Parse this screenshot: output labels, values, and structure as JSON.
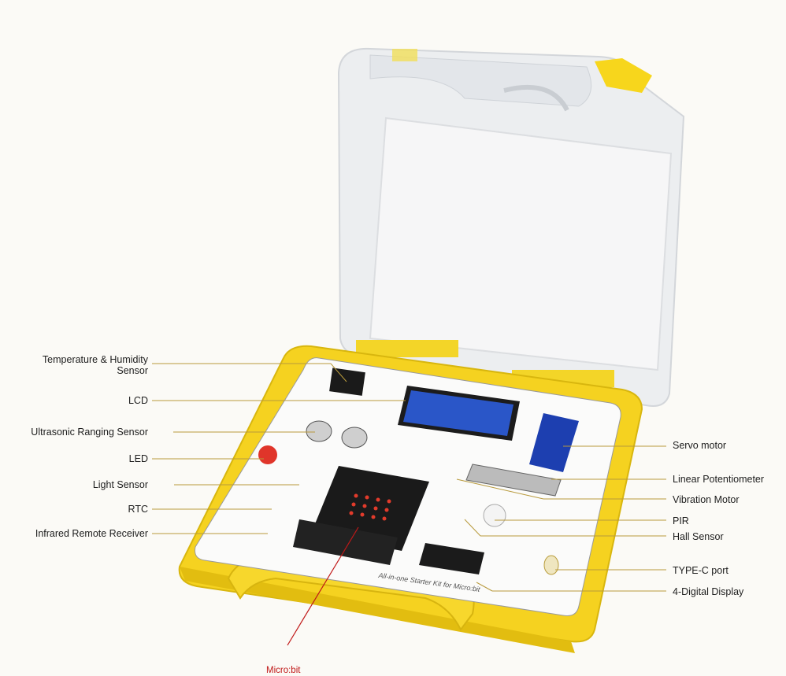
{
  "labels_left": [
    {
      "id": "temp-humidity",
      "line1": "Temperature & Humidity",
      "line2": "Sensor"
    },
    {
      "id": "lcd",
      "text": "LCD"
    },
    {
      "id": "ultrasonic",
      "text": "Ultrasonic Ranging Sensor"
    },
    {
      "id": "led",
      "text": "LED"
    },
    {
      "id": "light",
      "text": "Light Sensor"
    },
    {
      "id": "rtc",
      "text": "RTC"
    },
    {
      "id": "infrared",
      "text": "Infrared Remote Receiver"
    }
  ],
  "labels_right": [
    {
      "id": "servo",
      "text": "Servo motor"
    },
    {
      "id": "potentiometer",
      "text": "Linear Potentiometer"
    },
    {
      "id": "vibration",
      "text": "Vibration Motor"
    },
    {
      "id": "pir",
      "text": "PIR"
    },
    {
      "id": "hall",
      "text": "Hall Sensor"
    },
    {
      "id": "typec",
      "text": "TYPE-C port"
    },
    {
      "id": "display",
      "text": "4-Digital Display"
    }
  ],
  "label_bottom": {
    "id": "microbit",
    "text": "Micro:bit"
  },
  "board_caption": "All-in-one Starter Kit for Micro:bit",
  "colors": {
    "case_yellow": "#f4d21a",
    "lid": "#eef0f2",
    "leader_line": "#b89a3c",
    "microbit_line": "#c01818"
  }
}
